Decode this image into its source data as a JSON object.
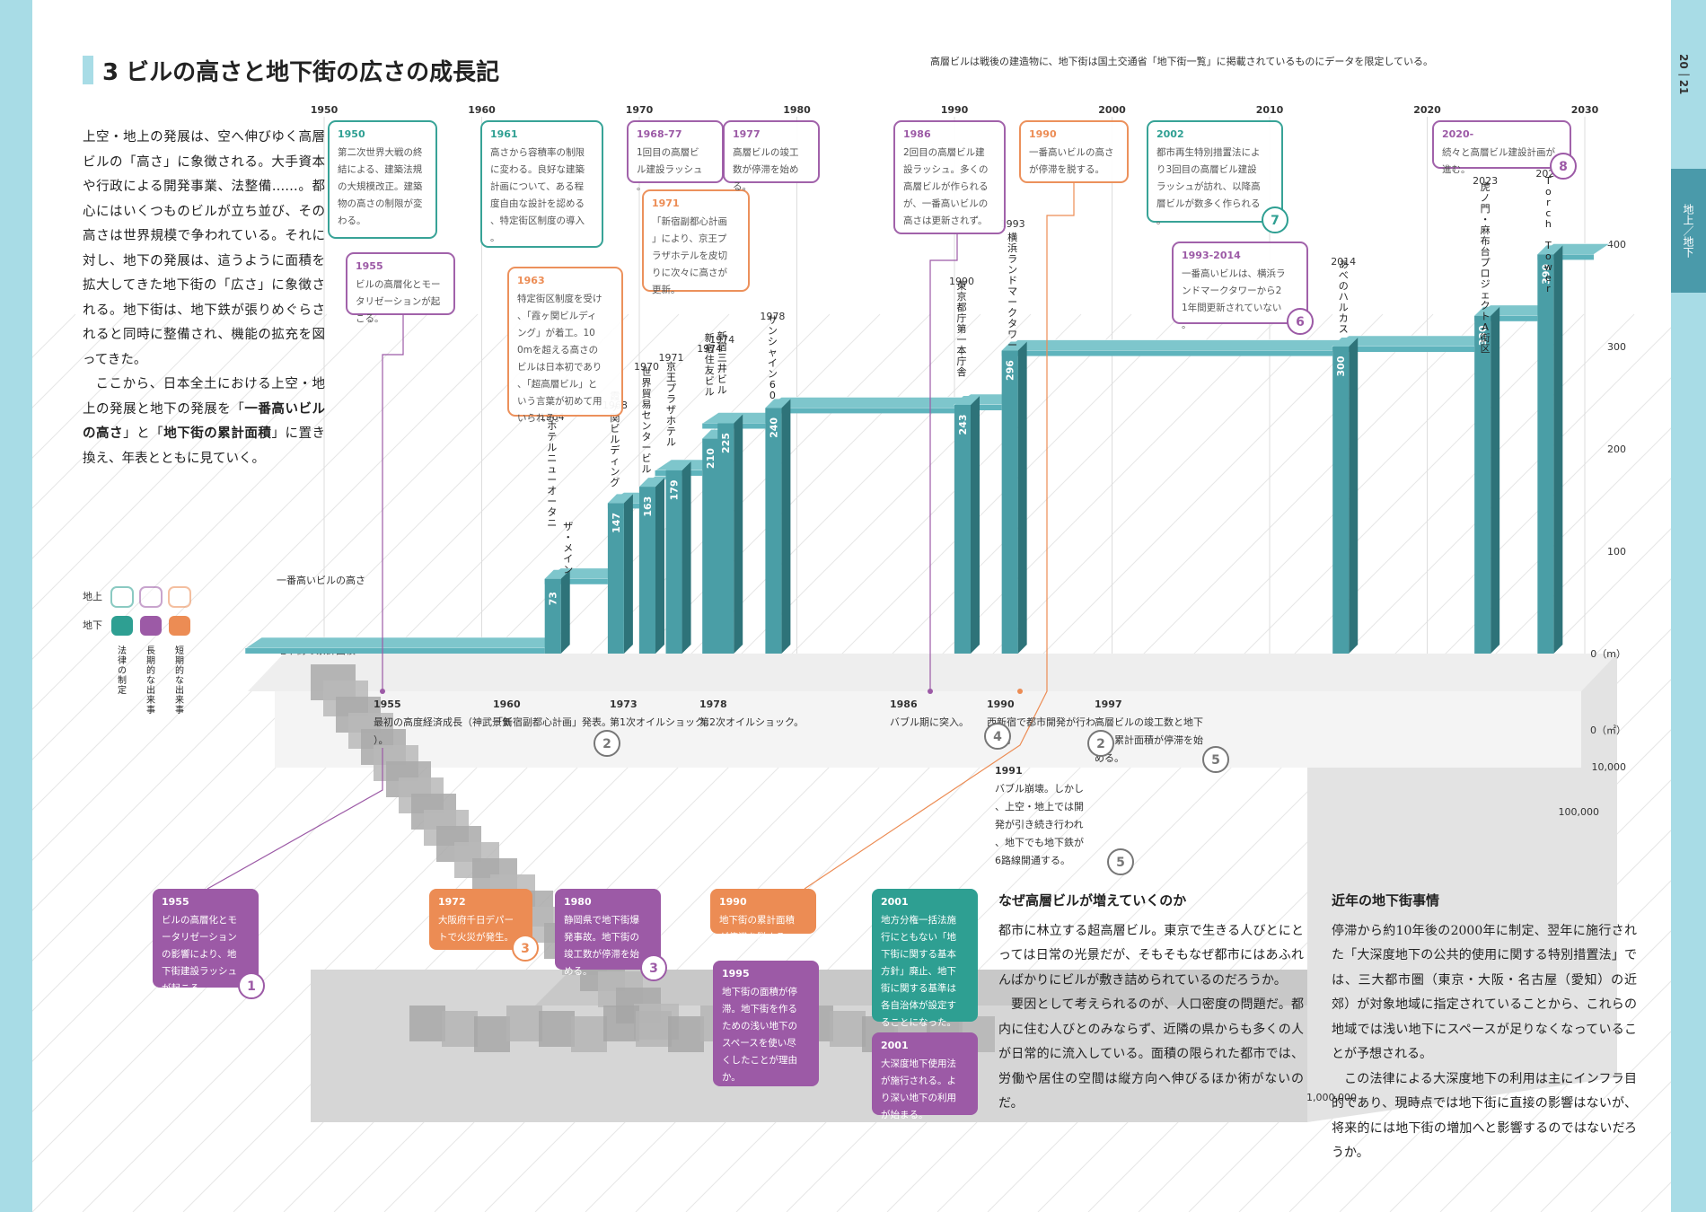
{
  "header": {
    "section_number": "3",
    "title": "ビルの高さと地下街の広さの成長記",
    "note": "高層ビルは戦後の建造物に、地下街は国土交通省「地下街一覧」に掲載されているものにデータを限定している。"
  },
  "side_tab": {
    "page_numbers": "20｜21",
    "section": "地上／地下"
  },
  "intro": {
    "p1": "上空・地上の発展は、空へ伸びゆく高層ビルの「高さ」に象徴される。大手資本や行政による開発事業、法整備……。都心にはいくつものビルが立ち並び、その高さは世界規模で争われている。それに対し、地下の発展は、這うように面積を拡大してきた地下街の「広さ」に象徴される。地下街は、地下鉄が張りめぐらされると同時に整備され、機能の拡充を図ってきた。",
    "p2_a": "ここから、日本全土における上空・地上の発展と地下の発展を「",
    "p2_b1": "一番高いビルの高さ",
    "p2_c": "」と「",
    "p2_b2": "地下街の累計面積",
    "p2_d": "」に置き換え、年表とともに見ていく。"
  },
  "legend": {
    "row_above": "地上",
    "row_below": "地下",
    "cat_law": "法律の制定",
    "cat_long": "長期的な出来事",
    "cat_short": "短期的な出来事"
  },
  "colors": {
    "teal": "#2e9f92",
    "purple": "#9c5aa6",
    "orange": "#ec8c54",
    "building_front": "#4a9ea6",
    "building_side": "#2e7379",
    "building_top": "#7ec6cc",
    "chart_line": "#5fb4bd"
  },
  "chart_data": {
    "type": "bar",
    "title": "",
    "x_axis_ticks": [
      "1950",
      "1960",
      "1970",
      "1980",
      "1990",
      "2000",
      "2010",
      "2020",
      "2030"
    ],
    "y_axis_label_above": "一番高いビルの高さ",
    "y_axis_label_below": "地下街の累計面積",
    "y_ticks_height": [
      "400",
      "300",
      "200",
      "100",
      "0（m）"
    ],
    "y_ticks_area": [
      "0（㎡）",
      "10,000",
      "100,000",
      "1,000,000"
    ],
    "buildings": [
      {
        "year": "1964",
        "name": "ホテルニューオータニ",
        "height": 73
      },
      {
        "year": "1968",
        "name": "霞ヶ関ビルディング",
        "height": 147
      },
      {
        "year": "1970",
        "name": "世界貿易センタービル",
        "height": 163
      },
      {
        "year": "1971",
        "name": "京王プラザホテル",
        "height": 179
      },
      {
        "year": "1974",
        "name": "新宿住友ビル",
        "height": 210
      },
      {
        "year": "1974",
        "name": "新宿三井ビル",
        "height": 225
      },
      {
        "year": "1978",
        "name": "サンシャイン60",
        "height": 240
      },
      {
        "year": "1990",
        "name": "東京都庁第一本庁舎",
        "height": 243
      },
      {
        "year": "1993",
        "name": "横浜ランドマークタワー",
        "height": 296
      },
      {
        "year": "2014",
        "name": "あべのハルカス",
        "height": 300
      },
      {
        "year": "2023",
        "name": "虎ノ門・麻布台プロジェクトA街区",
        "height": 330
      },
      {
        "year": "2027",
        "name": "Torch Tower",
        "height": 390
      }
    ],
    "extra_label": "ザ・メイン"
  },
  "events_above": [
    {
      "year": "1950",
      "text": "第二次世界大戦の終結による、建築法規の大規模改正。建築物の高さの制限が変わる。",
      "kind": "law"
    },
    {
      "year": "1955",
      "text": "ビルの高層化とモータリゼーションが起こる。",
      "kind": "long"
    },
    {
      "year": "1961",
      "text": "高さから容積率の制限に変わる。良好な建築計画について、ある程度自由な設計を認める、特定街区制度の導入。",
      "kind": "law"
    },
    {
      "year": "1963",
      "text": "特定街区制度を受け、「霞ヶ関ビルディング」が着工。100mを超える高さのビルは日本初であり、「超高層ビル」という言葉が初めて用いられる。",
      "kind": "short"
    },
    {
      "year": "1968-77",
      "text": "1回目の高層ビル建設ラッシュ。",
      "kind": "long"
    },
    {
      "year": "1971",
      "text": "「新宿副都心計画」により、京王プラザホテルを皮切りに次々に高さが更新。",
      "kind": "short"
    },
    {
      "year": "1977",
      "text": "高層ビルの竣工数が停滞を始める。",
      "kind": "long"
    },
    {
      "year": "1986",
      "text": "2回目の高層ビル建設ラッシュ。多くの高層ビルが作られるが、一番高いビルの高さは更新されず。",
      "kind": "long"
    },
    {
      "year": "1990",
      "text": "一番高いビルの高さが停滞を脱する。",
      "kind": "short"
    },
    {
      "year": "2002",
      "text": "都市再生特別措置法により3回目の高層ビル建設ラッシュが訪れ、以降高層ビルが数多く作られる。",
      "kind": "law",
      "badge": "7"
    },
    {
      "year": "1993-2014",
      "text": "一番高いビルは、横浜ランドマークタワーから21年間更新されていない。",
      "kind": "long",
      "badge": "6"
    },
    {
      "year": "2020-",
      "text": "続々と高層ビル建設計画が進む。",
      "kind": "long",
      "badge": "8"
    }
  ],
  "events_timeline": [
    {
      "year": "1955",
      "text": "最初の高度経済成長（神武景気）。"
    },
    {
      "year": "1960",
      "text": "「新宿副都心計画」発表。",
      "badge": "2"
    },
    {
      "year": "1973",
      "text": "第1次オイルショック。"
    },
    {
      "year": "1978",
      "text": "第2次オイルショック。"
    },
    {
      "year": "1986",
      "text": "バブル期に突入。",
      "badge": "4"
    },
    {
      "year": "1990",
      "text": "西新宿で都市開発が行われる。",
      "badge": "2"
    },
    {
      "year": "1997",
      "text": "高層ビルの竣工数と地下街の累計面積が停滞を始める。",
      "badge": "5"
    },
    {
      "year": "1991",
      "text": "バブル崩壊。しかし、上空・地上では開発が引き続き行われ、地下でも地下鉄が6路線開通する。",
      "badge": "5"
    }
  ],
  "events_below": [
    {
      "year": "1955",
      "text": "ビルの高層化とモータリゼーションの影響により、地下街建設ラッシュが起こる。",
      "kind": "long",
      "badge": "1"
    },
    {
      "year": "1972",
      "text": "大阪府千日デパートで火災が発生。",
      "kind": "short",
      "badge": "3"
    },
    {
      "year": "1980",
      "text": "静岡県で地下街爆発事故。地下街の竣工数が停滞を始める。",
      "kind": "long",
      "badge": "3"
    },
    {
      "year": "1990",
      "text": "地下街の累計面積が停滞を脱する。",
      "kind": "short"
    },
    {
      "year": "1995",
      "text": "地下街の面積が停滞。地下街を作るための浅い地下のスペースを使い尽くしたことが理由か。",
      "kind": "long"
    },
    {
      "year": "2001",
      "text": "地方分権一括法施行にともない「地下街に関する基本方針」廃止、地下街に関する基準は各自治体が設定することになった。",
      "kind": "law"
    },
    {
      "year": "2001",
      "text": "大深度地下使用法が施行される。より深い地下の利用が始まる。",
      "kind": "long"
    }
  ],
  "column1": {
    "heading": "なぜ高層ビルが増えていくのか",
    "p1": "都市に林立する超高層ビル。東京で生きる人びとにとっては日常の光景だが、そもそもなぜ都市にはあふれんばかりにビルが敷き詰められているのだろうか。",
    "p2": "要因として考えられるのが、人口密度の問題だ。都内に住む人びとのみならず、近隣の県からも多くの人が日常的に流入している。面積の限られた都市では、労働や居住の空間は縦方向へ伸びるほか術がないのだ。"
  },
  "column2": {
    "heading": "近年の地下街事情",
    "p1": "停滞から約10年後の2000年に制定、翌年に施行された「大深度地下の公共的使用に関する特別措置法」では、三大都市圏（東京・大阪・名古屋（愛知）の近郊）が対象地域に指定されていることから、これらの地域では浅い地下にスペースが足りなくなっていることが予想される。",
    "p2": "この法律による大深度地下の利用は主にインフラ目的であり、現時点では地下街に直接の影響はないが、将来的には地下街の増加へと影響するのではないだろうか。"
  }
}
